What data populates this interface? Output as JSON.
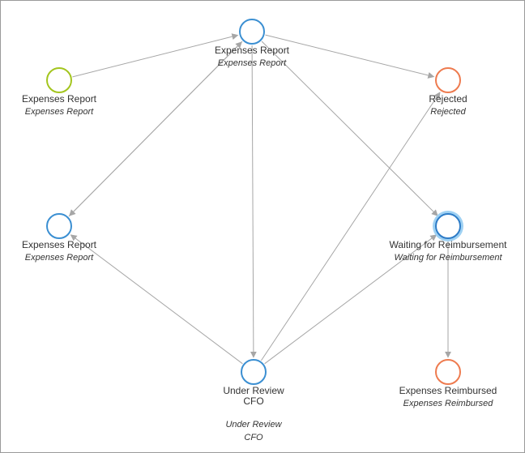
{
  "diagram": {
    "nodes": [
      {
        "id": "expenses-report-top",
        "label": "Expenses Report",
        "sublabel": [
          "Expenses Report"
        ],
        "color": "#3b8fd2",
        "kind": "state"
      },
      {
        "id": "expenses-report-start",
        "label": "Expenses Report",
        "sublabel": [
          "Expenses Report"
        ],
        "color": "#a3c51e",
        "kind": "start"
      },
      {
        "id": "rejected",
        "label": "Rejected",
        "sublabel": [
          "Rejected"
        ],
        "color": "#ee7b4f",
        "kind": "end"
      },
      {
        "id": "expenses-report-left",
        "label": "Expenses Report",
        "sublabel": [
          "Expenses Report"
        ],
        "color": "#3b8fd2",
        "kind": "state"
      },
      {
        "id": "waiting-for-reimbursement",
        "label": "Waiting for Reimbursement",
        "sublabel": [
          "Waiting for Reimbursement"
        ],
        "color": "#2e7cc7",
        "kind": "active"
      },
      {
        "id": "under-review-cfo",
        "label": [
          "Under Review",
          "CFO"
        ],
        "sublabel": [
          "Under Review",
          "CFO"
        ],
        "color": "#3b8fd2",
        "kind": "state"
      },
      {
        "id": "expenses-reimbursed",
        "label": "Expenses Reimbursed",
        "sublabel": [
          "Expenses Reimbursed"
        ],
        "color": "#ee7b4f",
        "kind": "end"
      }
    ],
    "edges": [
      {
        "from": "expenses-report-start",
        "to": "expenses-report-top"
      },
      {
        "from": "expenses-report-top",
        "to": "rejected"
      },
      {
        "from": "expenses-report-top",
        "to": "waiting-for-reimbursement"
      },
      {
        "from": "expenses-report-top",
        "to": "under-review-cfo"
      },
      {
        "from": "expenses-report-top",
        "to": "expenses-report-left"
      },
      {
        "from": "expenses-report-left",
        "to": "expenses-report-top"
      },
      {
        "from": "under-review-cfo",
        "to": "expenses-report-left"
      },
      {
        "from": "under-review-cfo",
        "to": "rejected"
      },
      {
        "from": "under-review-cfo",
        "to": "waiting-for-reimbursement"
      },
      {
        "from": "waiting-for-reimbursement",
        "to": "expenses-reimbursed"
      }
    ],
    "edge_color": "#a6a6a6",
    "text_color": "#333333"
  }
}
